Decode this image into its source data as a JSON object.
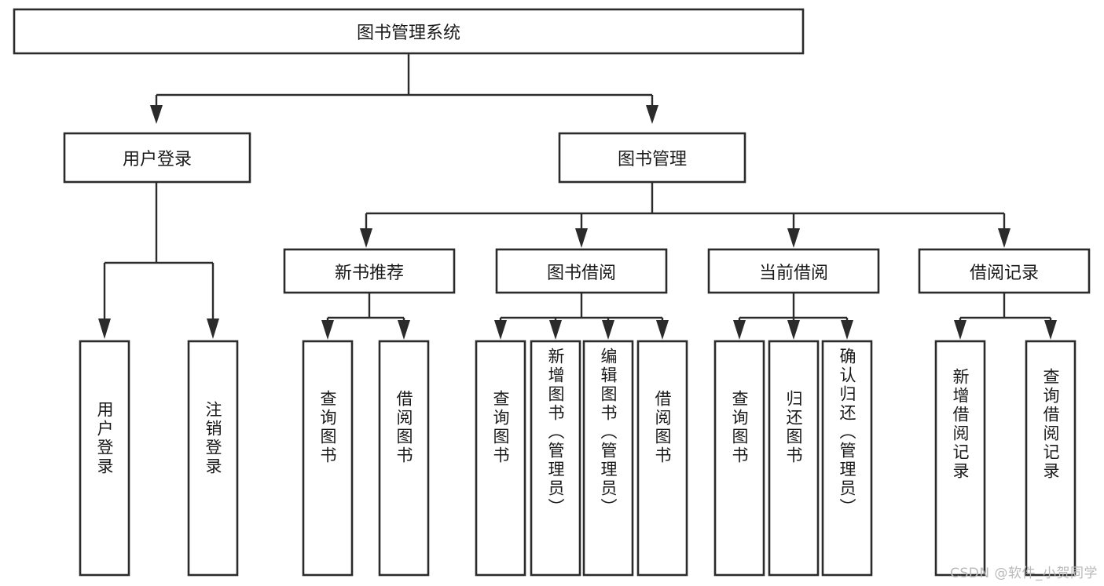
{
  "diagram": {
    "title": "图书管理系统",
    "type": "hierarchy-tree",
    "watermark": "CSDN @软件_小贺同学",
    "colors": {
      "background": "#ffffff",
      "stroke": "#2b2b2b",
      "text": "#1a1a1a",
      "watermark": "#b9b9b9"
    },
    "root": {
      "label": "图书管理系统"
    },
    "level1": [
      {
        "label": "用户登录"
      },
      {
        "label": "图书管理"
      }
    ],
    "level2": [
      {
        "label": "新书推荐"
      },
      {
        "label": "图书借阅"
      },
      {
        "label": "当前借阅"
      },
      {
        "label": "借阅记录"
      }
    ],
    "leaves": {
      "user_login": [
        {
          "label": "用户登录"
        },
        {
          "label": "注销登录"
        }
      ],
      "new_book_recommend": [
        {
          "label": "查询图书"
        },
        {
          "label": "借阅图书"
        }
      ],
      "book_borrow": [
        {
          "label": "查询图书"
        },
        {
          "label": "新增图书（管理员）"
        },
        {
          "label": "编辑图书（管理员）"
        },
        {
          "label": "借阅图书"
        }
      ],
      "current_borrow": [
        {
          "label": "查询图书"
        },
        {
          "label": "归还图书"
        },
        {
          "label": "确认归还（管理员）"
        }
      ],
      "borrow_record": [
        {
          "label": "新增借阅记录"
        },
        {
          "label": "查询借阅记录"
        }
      ]
    }
  }
}
